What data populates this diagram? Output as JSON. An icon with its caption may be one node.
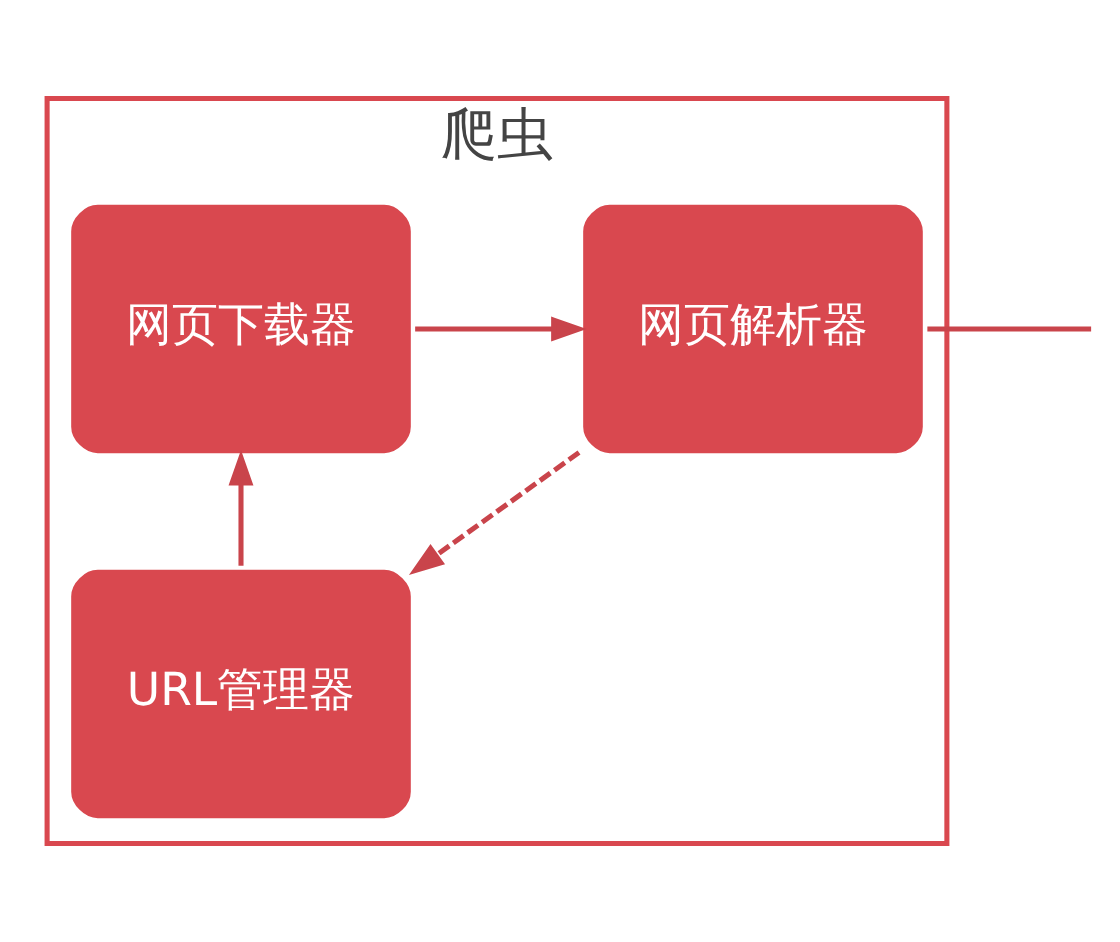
{
  "diagram": {
    "nodes": [
      {
        "text": [
          "爬虫"
        ]
      },
      {
        "text": [
          "URL管理器"
        ],
        "in": 0
      },
      {
        "text": [
          "网页下载器"
        ],
        "in": 0
      },
      {
        "text": [
          "网页解析器"
        ],
        "in": 0
      }
    ],
    "edges": [
      {
        "from": 1,
        "to": 2,
        "arrow": "to"
      },
      {
        "from": 2,
        "to": 3,
        "arrow": "to"
      },
      {
        "from": 3,
        "to": 1,
        "arrow": "to",
        "style": "dashed"
      },
      {
        "from": 3,
        "to": null,
        "arrow": "none"
      }
    ]
  }
}
